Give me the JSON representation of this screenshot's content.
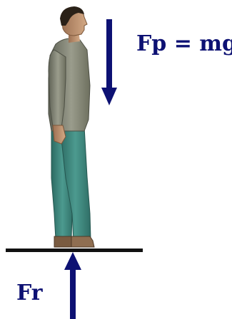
{
  "labels": {
    "weight_force": "Fp = mg",
    "normal_force": "Fr"
  },
  "colors": {
    "arrow": "#0d1173",
    "label": "#0d1173",
    "ground": "#111111",
    "shirt": "#8a8c7c",
    "pants": "#3e8a80",
    "skin": "#c59a78",
    "hair": "#2a2118",
    "shoe": "#8a6a4e"
  },
  "icons": {
    "person": "standing-man-figure",
    "weight_arrow": "arrow-down-icon",
    "normal_arrow": "arrow-up-icon"
  }
}
